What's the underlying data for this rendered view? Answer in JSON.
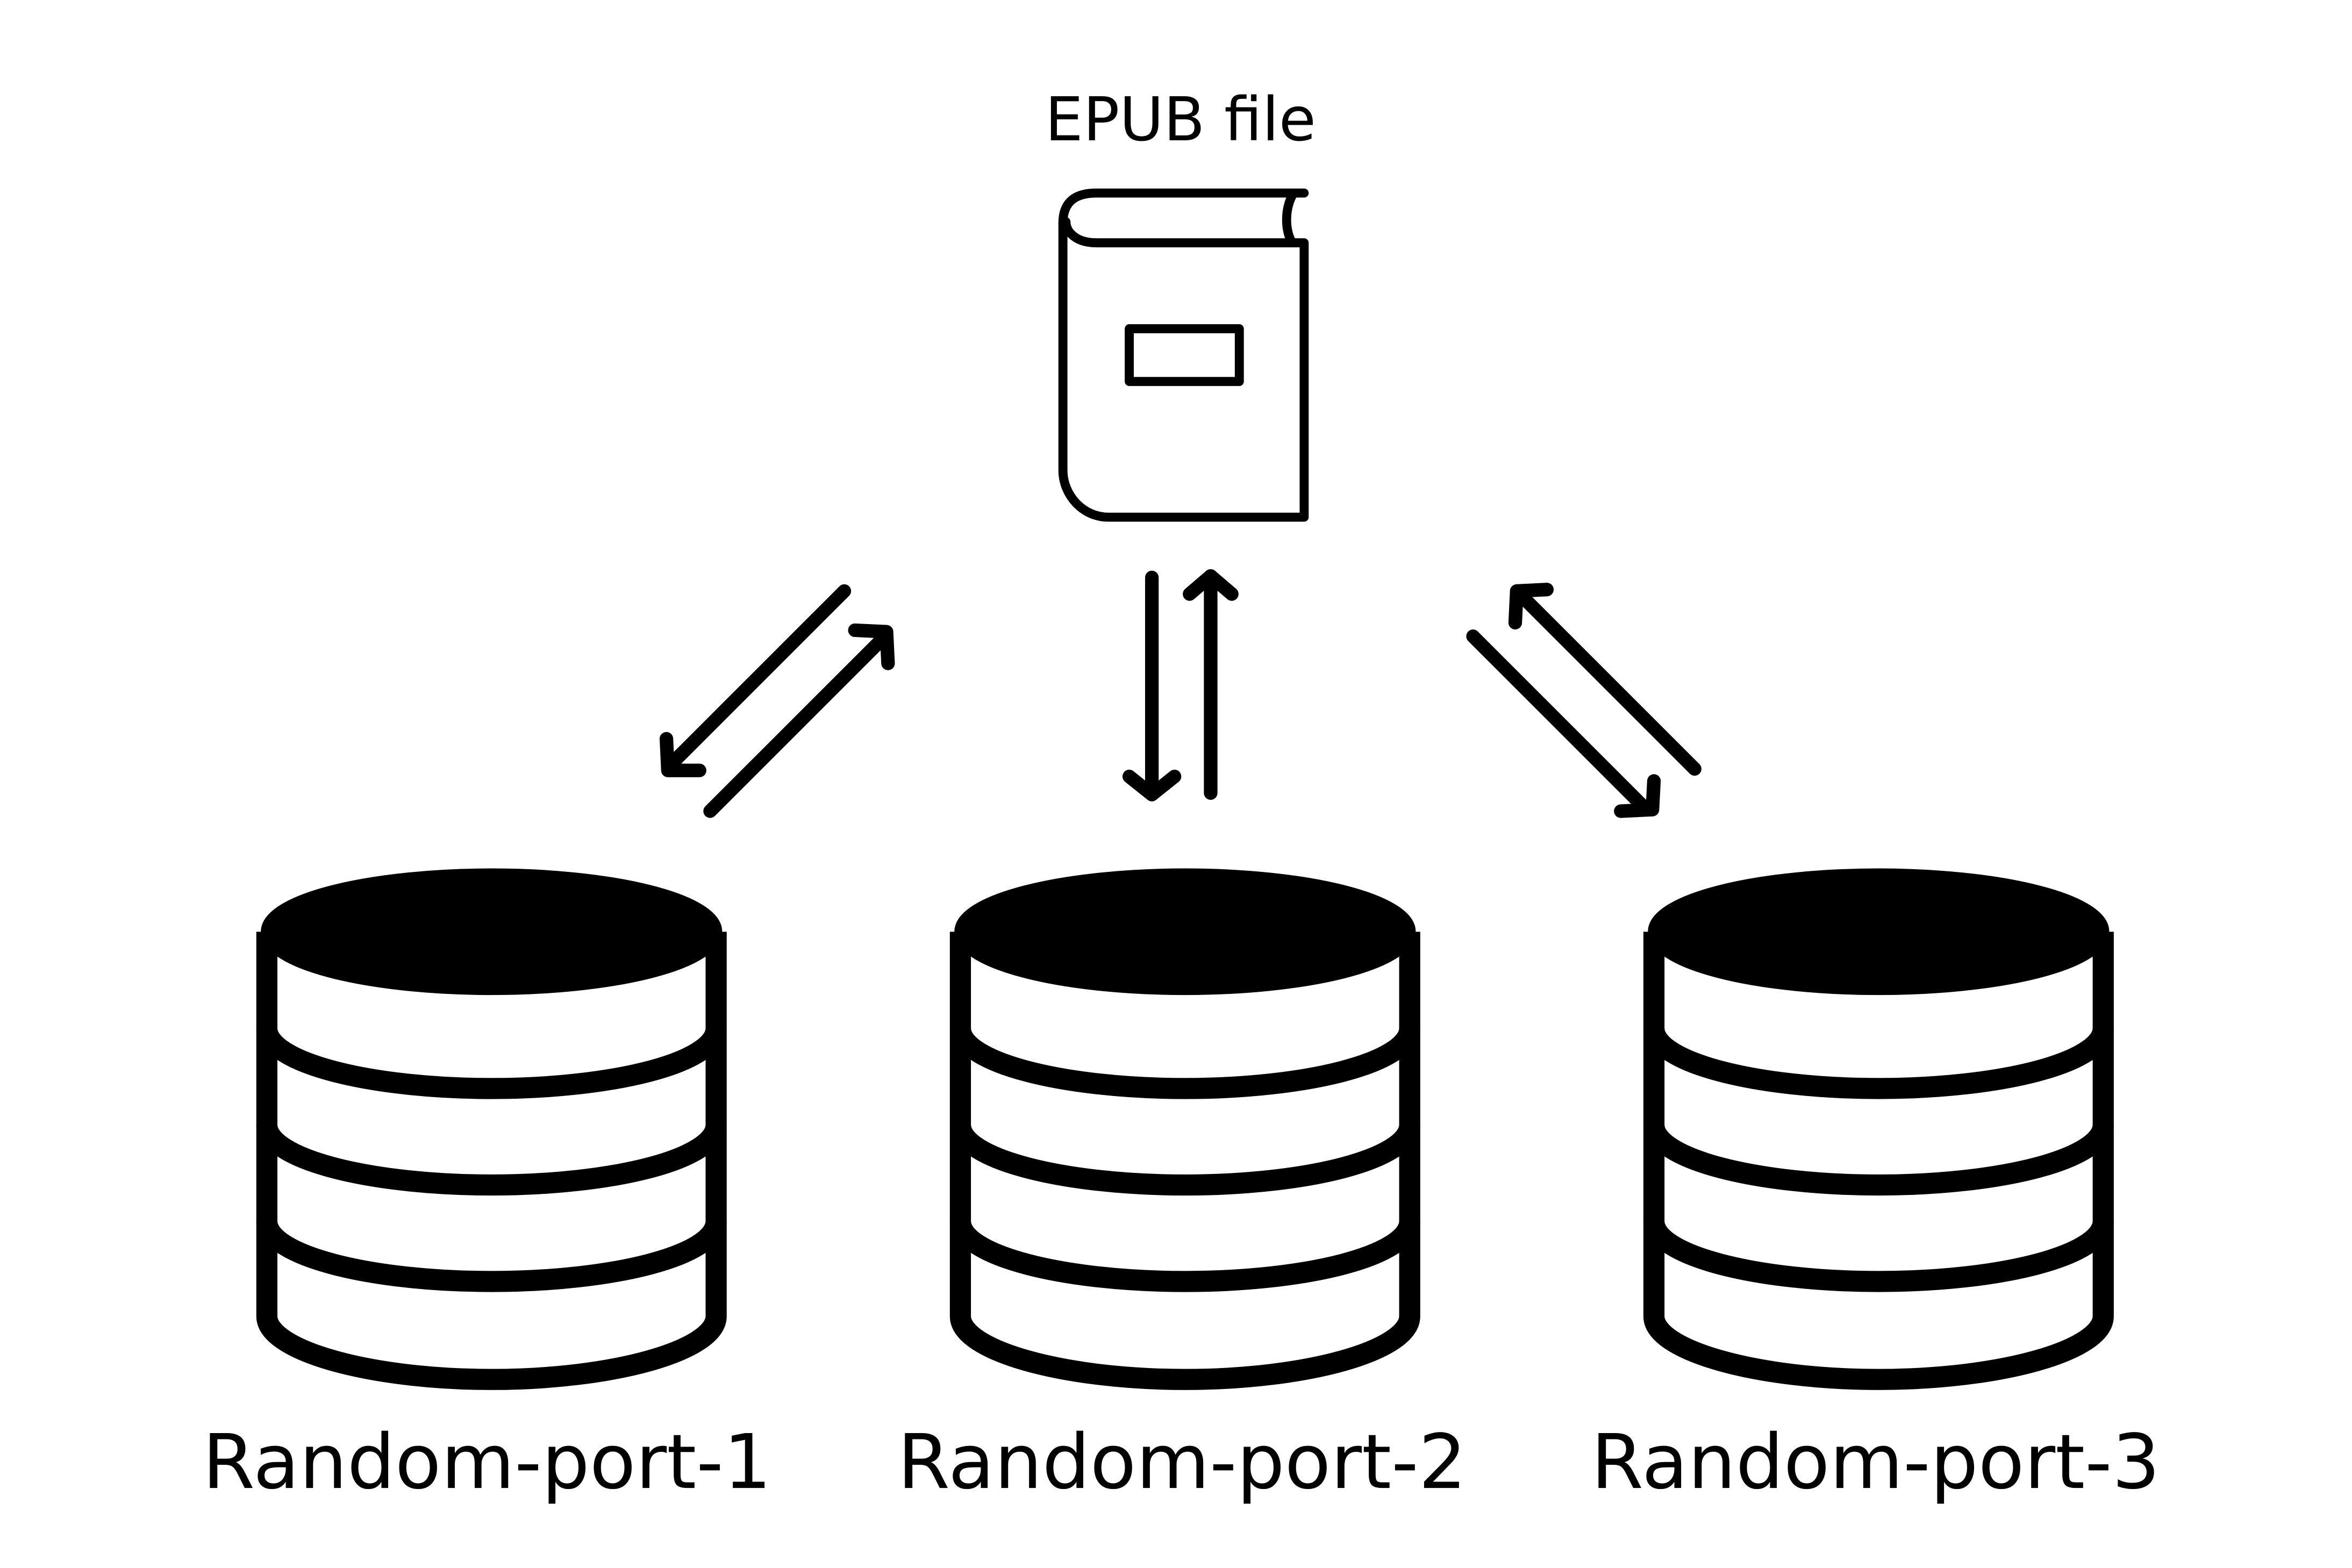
{
  "diagram": {
    "source": {
      "label": "EPUB file",
      "icon": "book-icon"
    },
    "nodes": [
      {
        "label": "Random-port-1",
        "icon": "database-icon"
      },
      {
        "label": "Random-port-2",
        "icon": "database-icon"
      },
      {
        "label": "Random-port-3",
        "icon": "database-icon"
      }
    ],
    "connections": [
      {
        "from": "EPUB file",
        "to": "Random-port-1",
        "direction": "bidirectional"
      },
      {
        "from": "EPUB file",
        "to": "Random-port-2",
        "direction": "bidirectional"
      },
      {
        "from": "EPUB file",
        "to": "Random-port-3",
        "direction": "bidirectional"
      }
    ],
    "colors": {
      "stroke": "#000000",
      "background": "#ffffff"
    }
  }
}
